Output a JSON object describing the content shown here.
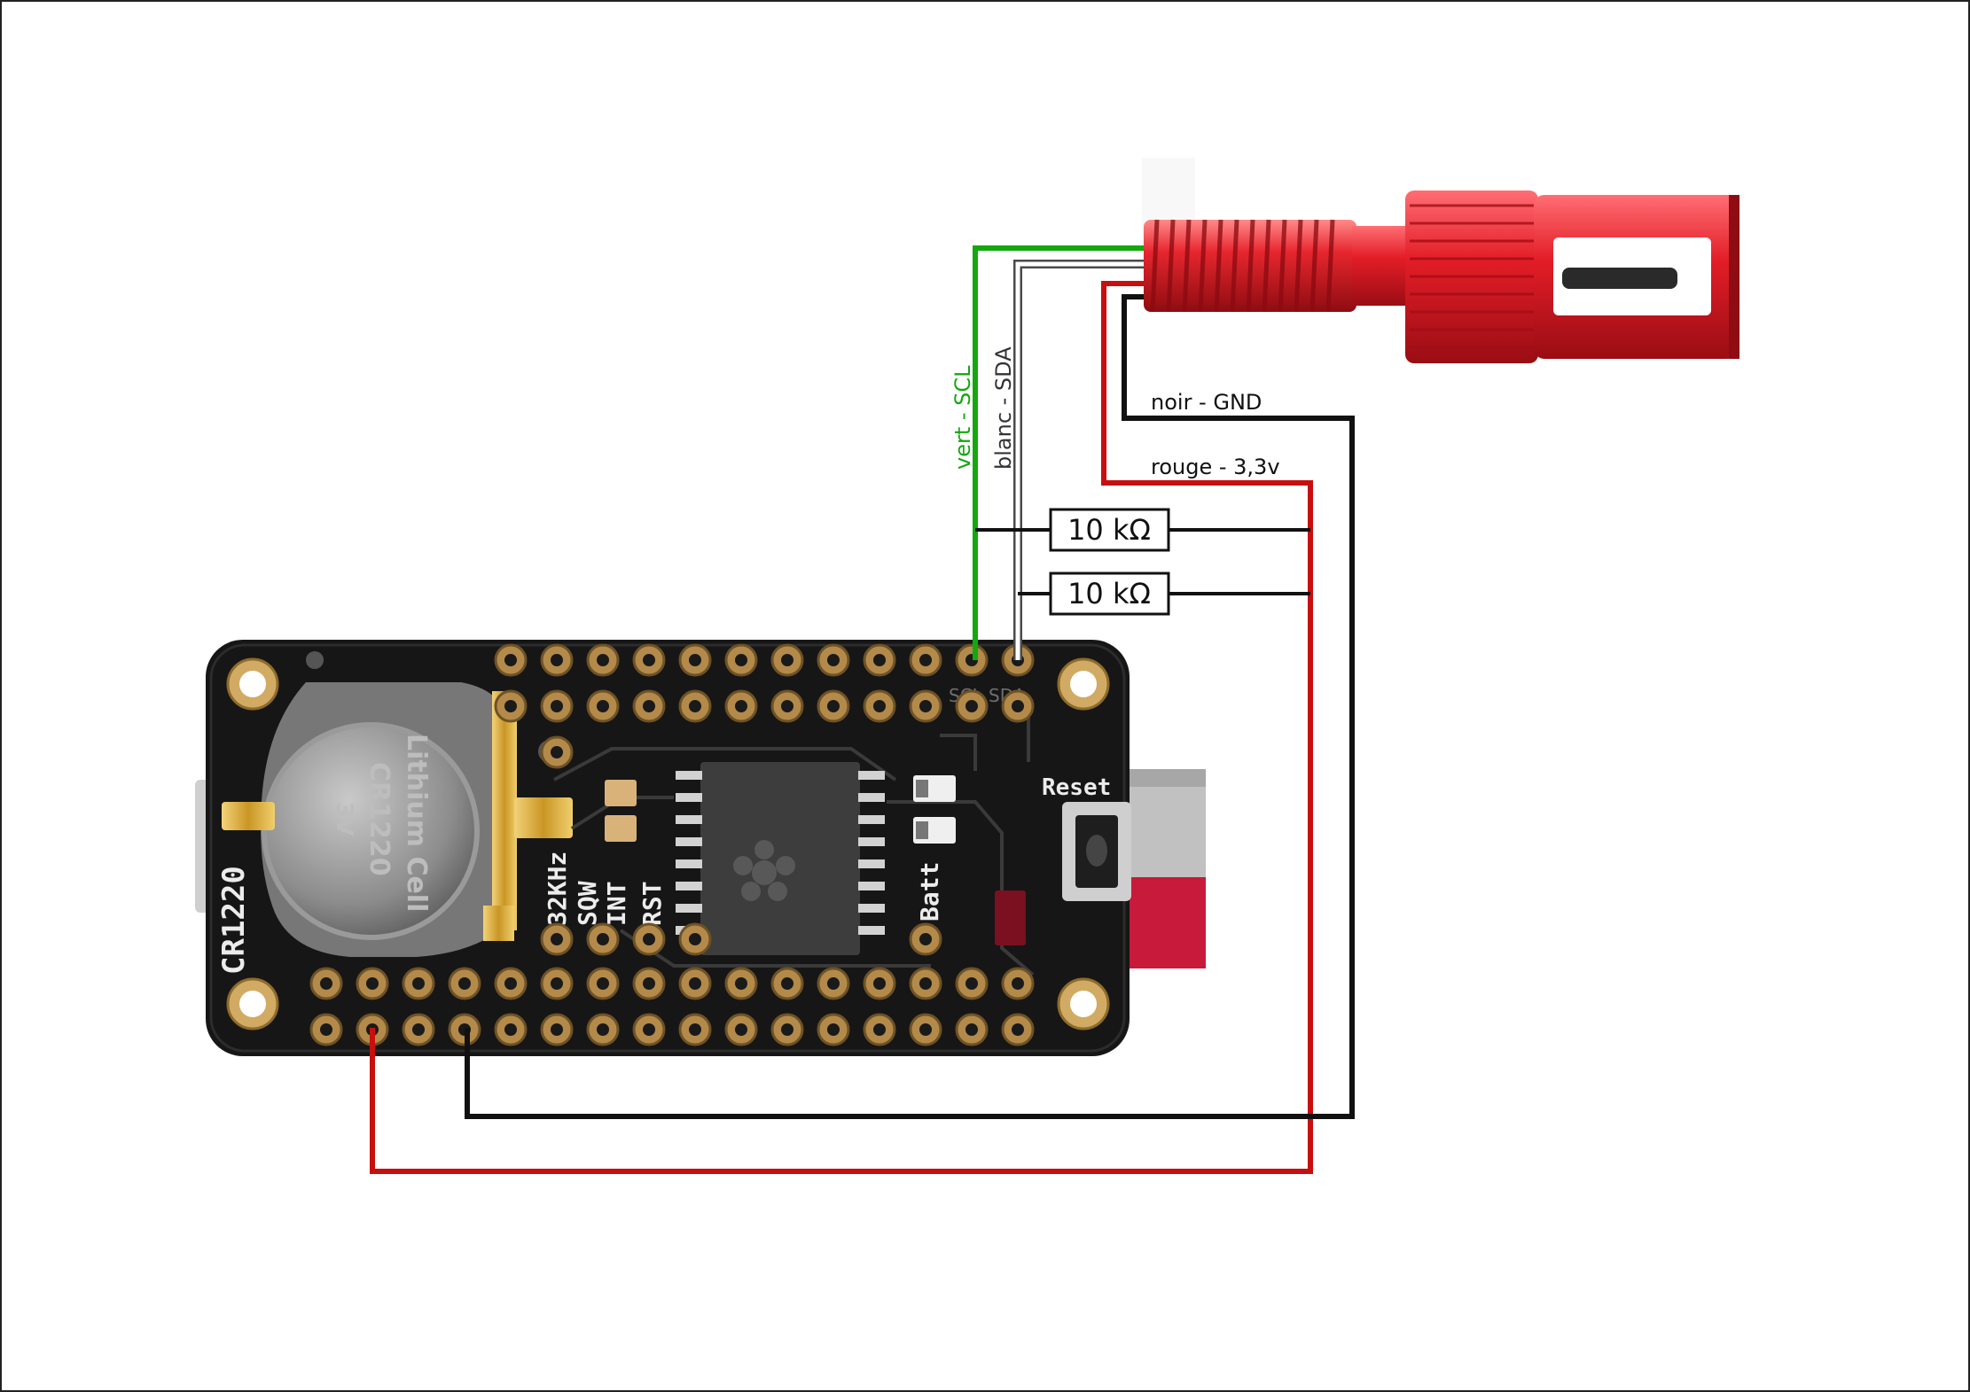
{
  "wires": {
    "scl_label": "vert - SCL",
    "sda_label": "blanc - SDA",
    "gnd_label": "noir - GND",
    "vcc_label": "rouge - 3,3v"
  },
  "resistors": [
    {
      "label": "10 kΩ"
    },
    {
      "label": "10 kΩ"
    }
  ],
  "board": {
    "battery_holder_label": "CR1220",
    "cell_text_1": "Lithium Cell",
    "cell_text_2": "CR1220",
    "cell_text_3": "3V",
    "pins": [
      "32KHz",
      "SQW",
      "INT",
      "RST"
    ],
    "batt_label": "Batt",
    "reset_label": "Reset",
    "scl_pin": "SCL",
    "sda_pin": "SDA"
  },
  "colors": {
    "scl": "#13a80f",
    "sda": "#ffffff",
    "gnd": "#111111",
    "vcc": "#c80f0f",
    "sensor": "#e6262e",
    "pcb": "#161616",
    "pad": "#b38a4a"
  }
}
